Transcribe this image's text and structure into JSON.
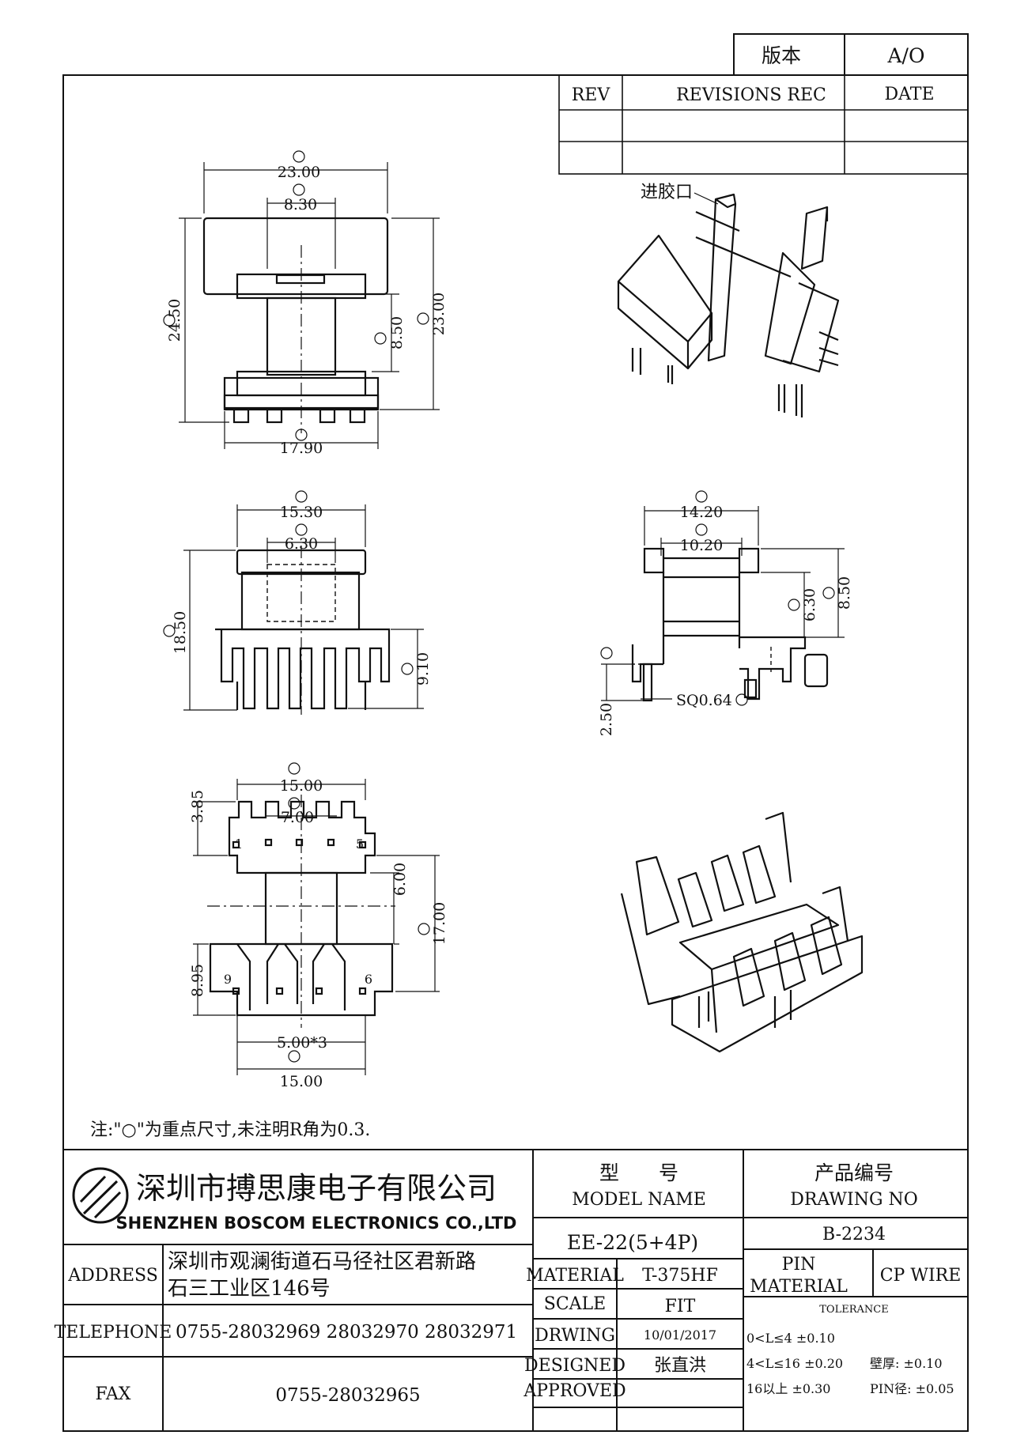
{
  "version_label": "版本",
  "version_value": "A/O",
  "revisions": {
    "rev_header": "REV",
    "rec_header": "REVISIONS REC",
    "date_header": "DATE"
  },
  "injection_port_label": "进胶口",
  "dimensions": {
    "front": {
      "A": "23.00",
      "B": "8.30",
      "C": "24.50",
      "D": "8.50",
      "E": "23.00",
      "F": "17.90"
    },
    "side": {
      "G": "15.30",
      "H": "6.30",
      "I": "18.50",
      "J": "9.10"
    },
    "right": {
      "K": "14.20",
      "L": "10.20",
      "O": "6.30",
      "P": "8.50",
      "M": "2.50",
      "N": "SQ0.64"
    },
    "bottom": {
      "S": "15.00",
      "T": "7.00",
      "top_h": "3.85",
      "mid": "6.00",
      "Q": "17.00",
      "left_h": "8.95",
      "pitch": "5.00*3",
      "R": "15.00"
    },
    "pins": {
      "p1": "1",
      "p5": "5",
      "p6": "6",
      "p9": "9"
    }
  },
  "note": "注:\"○\"为重点尺寸,未注明R角为0.3.",
  "company": {
    "name_cn": "深圳市搏思康电子有限公司",
    "name_en": "SHENZHEN BOSCOM ELECTRONICS CO.,LTD"
  },
  "address_label": "ADDRESS",
  "address_line1": "深圳市观澜街道石马径社区君新路",
  "address_line2": "石三工业区146号",
  "telephone_label": "TELEPHONE",
  "telephone": "0755-28032969 28032970 28032971",
  "fax_label": "FAX",
  "fax": "0755-28032965",
  "model_label_cn": "型　　号",
  "model_label_en": "MODEL NAME",
  "model_value": "EE-22(5+4P)",
  "drawing_no_label_cn": "产品编号",
  "drawing_no_label_en": "DRAWING NO",
  "drawing_no": "B-2234",
  "material_label": "MATERIAL",
  "material_value": "T-375HF",
  "scale_label": "SCALE",
  "scale_value": "FIT",
  "drwing_label": "DRWING",
  "drwing_value": "10/01/2017",
  "designed_label": "DESIGNED",
  "designed_value": "张直洪",
  "approved_label": "APPROVED",
  "pin_material_label1": "PIN",
  "pin_material_label2": "MATERIAL",
  "pin_material_value": "CP WIRE",
  "tolerance_label": "TOLERANCE",
  "tolerances": [
    "0<L≤4  ±0.10",
    "4<L≤16 ±0.20",
    "16以上   ±0.30"
  ],
  "wall_tol": "壁厚:  ±0.10",
  "pin_tol": "PIN径: ±0.05"
}
